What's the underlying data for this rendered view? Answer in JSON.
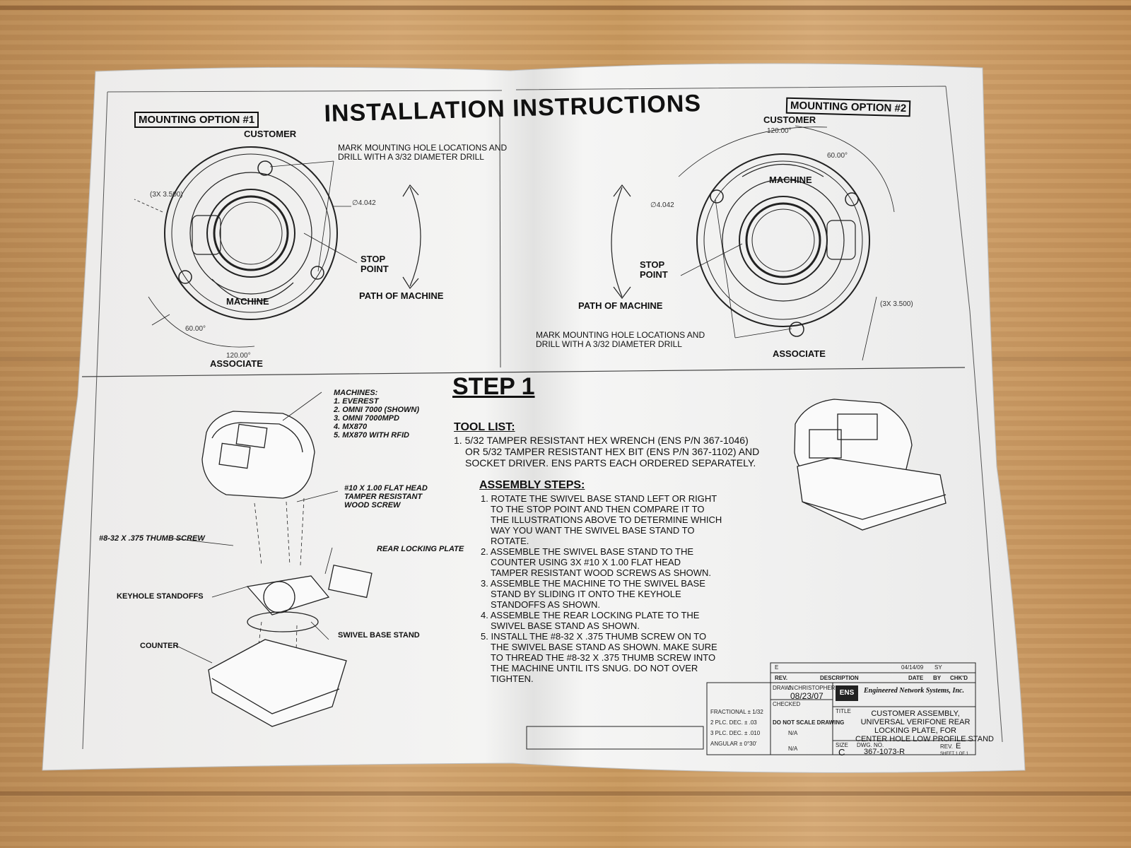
{
  "document": {
    "title": "INSTALLATION INSTRUCTIONS",
    "option1": {
      "heading": "MOUNTING OPTION #1",
      "customer": "CUSTOMER",
      "associate": "ASSOCIATE",
      "machine": "MACHINE",
      "stop_point": "STOP POINT",
      "path": "PATH OF MACHINE",
      "mark_note": "MARK MOUNTING HOLE LOCATIONS AND DRILL WITH A 3/32 DIAMETER DRILL",
      "dim_holes": "(3X 3.500)",
      "dim_dia": "∅4.042",
      "dim_60": "60.00°",
      "dim_120": "120.00°"
    },
    "option2": {
      "heading": "MOUNTING OPTION #2",
      "customer": "CUSTOMER",
      "associate": "ASSOCIATE",
      "machine": "MACHINE",
      "stop_point": "STOP POINT",
      "path": "PATH OF MACHINE",
      "mark_note": "MARK MOUNTING HOLE LOCATIONS AND DRILL WITH A 3/32 DIAMETER DRILL",
      "dim_holes": "(3X 3.500)",
      "dim_dia": "∅4.042",
      "dim_60": "60.00°",
      "dim_120": "120.00°"
    },
    "step_title": "STEP 1",
    "machines": {
      "heading": "MACHINES:",
      "items": [
        "1. EVEREST",
        "2. OMNI 7000 (SHOWN)",
        "3. OMNI 7000MPD",
        "4. MX870",
        "5. MX870 WITH RFID"
      ]
    },
    "callouts": {
      "wood_screw": "#10 X 1.00 FLAT HEAD TAMPER RESISTANT WOOD SCREW",
      "thumb_screw": "#8-32 X .375 THUMB SCREW",
      "rear_plate": "REAR LOCKING PLATE",
      "keyhole": "KEYHOLE STANDOFFS",
      "swivel": "SWIVEL BASE STAND",
      "counter": "COUNTER"
    },
    "tool_list": {
      "heading": "TOOL LIST:",
      "line1": "1. 5/32 TAMPER RESISTANT HEX WRENCH (ENS P/N 367-1046)",
      "line2": "OR 5/32 TAMPER RESISTANT HEX BIT (ENS P/N 367-1102) AND",
      "line3": "SOCKET DRIVER. ENS PARTS EACH ORDERED SEPARATELY."
    },
    "assembly": {
      "heading": "ASSEMBLY STEPS:",
      "lines": [
        "1. ROTATE THE SWIVEL BASE STAND LEFT OR RIGHT",
        "TO THE STOP POINT AND THEN COMPARE IT TO",
        "THE ILLUSTRATIONS ABOVE TO DETERMINE WHICH",
        "WAY YOU WANT THE SWIVEL BASE STAND TO",
        "ROTATE.",
        "2. ASSEMBLE THE SWIVEL BASE STAND TO THE",
        "COUNTER USING 3X #10 X 1.00 FLAT HEAD",
        "TAMPER RESISTANT WOOD SCREWS AS SHOWN.",
        "3. ASSEMBLE THE MACHINE TO THE SWIVEL BASE",
        "STAND BY SLIDING IT ONTO THE KEYHOLE",
        "STANDOFFS AS SHOWN.",
        "4. ASSEMBLE THE REAR LOCKING PLATE TO THE",
        "SWIVEL BASE STAND AS SHOWN.",
        "5. INSTALL THE #8-32 X .375 THUMB SCREW ON TO",
        "THE SWIVEL BASE STAND AS SHOWN. MAKE SURE",
        "TO THREAD THE #8-32 X .375 THUMB SCREW INTO",
        "THE MACHINE UNTIL ITS SNUG. DO NOT OVER",
        "TIGHTEN."
      ]
    },
    "title_block": {
      "rev_letter": "E",
      "rev_date": "04/14/09",
      "rev_by": "SY",
      "rev_label": "REV.",
      "description_label": "DESCRIPTION",
      "date_label": "DATE",
      "by_label": "BY",
      "chkd_label": "CHK'D",
      "drawn_label": "DRAWN",
      "drawn_by": "J. CHRISTOPHERSON",
      "drawn_date": "08/23/07",
      "checked_label": "CHECKED",
      "company": "Engineered Network Systems, Inc.",
      "logo": "ENS",
      "title_label": "TITLE",
      "title_lines": [
        "CUSTOMER ASSEMBLY,",
        "UNIVERSAL VERIFONE REAR",
        "LOCKING PLATE, FOR",
        "CENTER HOLE LOW PROFILE STAND"
      ],
      "size": "C",
      "dwg_no": "367-1073-R",
      "rev": "E",
      "sheet": "SHEET 1 OF 1",
      "size_label": "SIZE",
      "dwg_label": "DWG. NO.",
      "rev_short": "REV.",
      "na1": "N/A",
      "na2": "N/A",
      "no_scale": "DO NOT SCALE DRAWING",
      "fractional": "FRACTIONAL ± 1/32",
      "two_plc": "2 PLC. DEC. ± .03",
      "three_plc": "3 PLC. DEC. ± .010",
      "angular": "ANGULAR ± 0°30'"
    }
  }
}
